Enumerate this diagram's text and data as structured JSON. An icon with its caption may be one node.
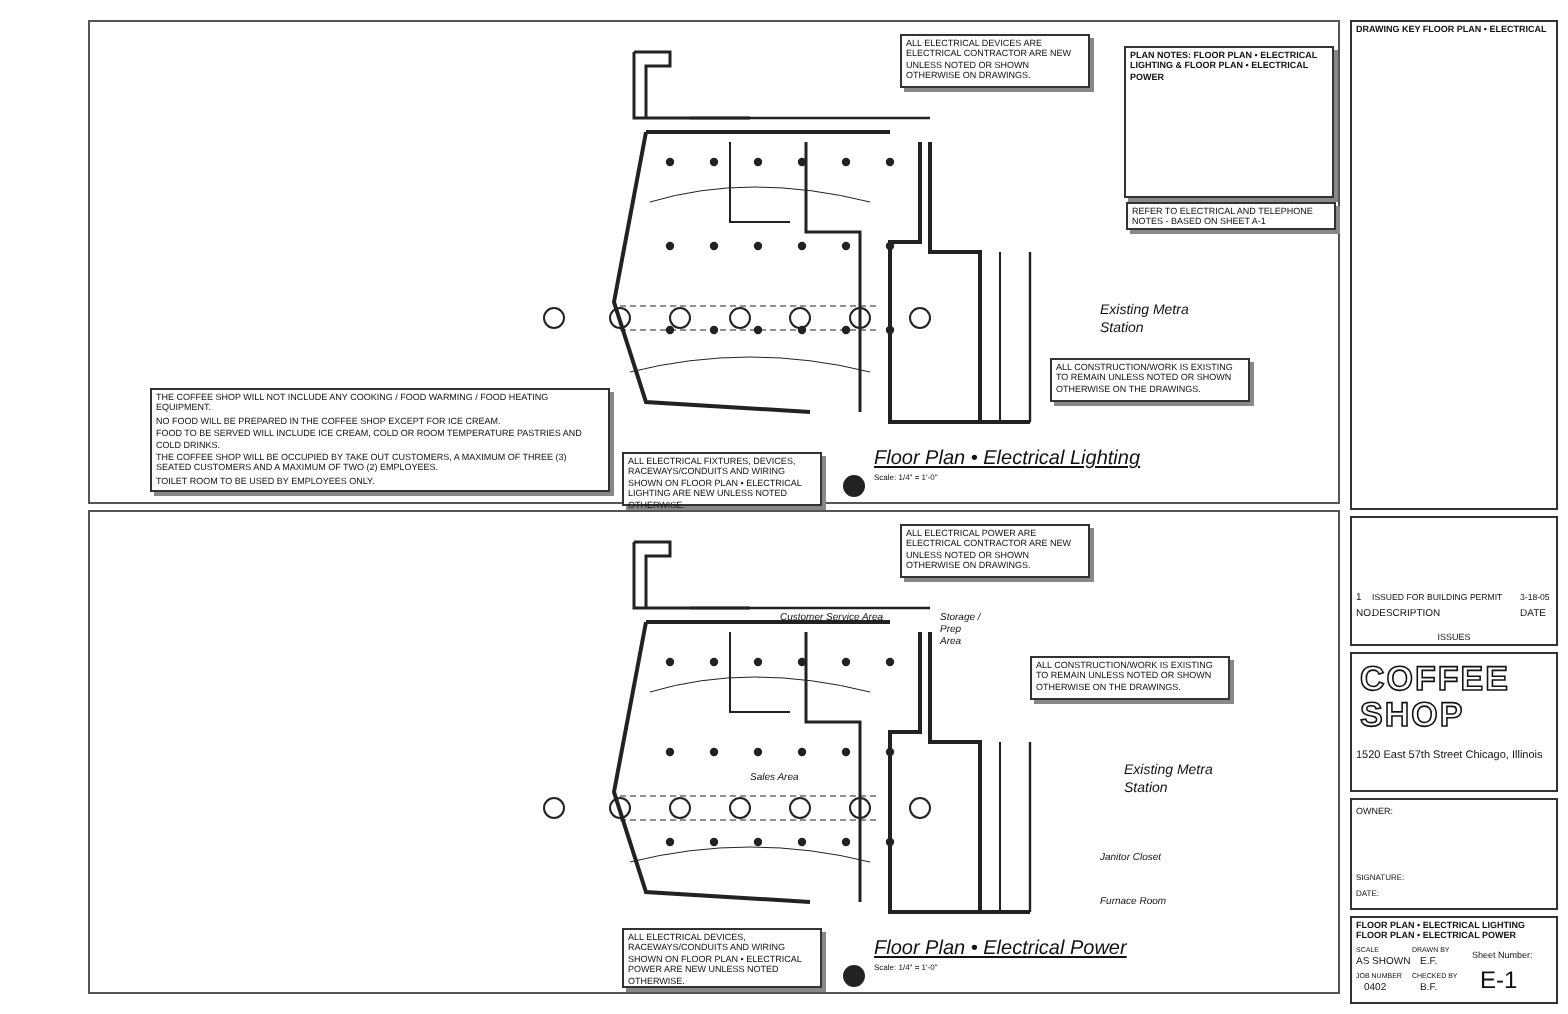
{
  "diagram": {
    "nodes": [
      {
        "text": [
          "Floor Plan • Electrical Lighting",
          "Scale: 1/4\" = 1'-0\""
        ]
      },
      {
        "text": [
          "THE COFFEE SHOP WILL NOT INCLUDE ANY COOKING / FOOD WARMING / FOOD HEATING EQUIPMENT.",
          "NO FOOD WILL BE PREPARED IN THE COFFEE SHOP EXCEPT FOR ICE CREAM.",
          "FOOD TO BE SERVED WILL INCLUDE ICE CREAM, COLD OR ROOM TEMPERATURE PASTRIES AND COLD DRINKS.",
          "THE COFFEE SHOP WILL BE OCCUPIED BY TAKE OUT CUSTOMERS, A MAXIMUM OF THREE (3) SEATED CUSTOMERS AND A MAXIMUM OF TWO (2) EMPLOYEES.",
          "TOILET ROOM TO BE USED BY EMPLOYEES ONLY."
        ],
        "in": 0
      },
      {
        "text": [
          "ALL ELECTRICAL FIXTURES, DEVICES, RACEWAYS/CONDUITS AND WIRING SHOWN ON FLOOR PLAN • ELECTRICAL LIGHTING ARE NEW UNLESS NOTED OTHERWISE."
        ],
        "in": 0
      },
      {
        "text": [
          "ALL ELECTRICAL DEVICES ARE ELECTRICAL CONTRACTOR ARE NEW UNLESS NOTED OR SHOWN OTHERWISE ON DRAWINGS."
        ],
        "in": 0
      },
      {
        "text": [
          "ALL CONSTRUCTION/WORK IS EXISTING TO REMAIN UNLESS NOTED OR SHOWN OTHERWISE ON THE DRAWINGS."
        ],
        "in": 0
      },
      {
        "text": [
          "PLAN NOTES: FLOOR PLAN • ELECTRICAL LIGHTING & FLOOR PLAN • ELECTRICAL POWER"
        ],
        "in": 0
      },
      {
        "text": [
          "REFER TO ELECTRICAL AND TELEPHONE NOTES - BASED ON SHEET A-1"
        ],
        "in": 0
      },
      {
        "text": [
          "Floor Plan • Electrical Power",
          "Scale: 1/4\" = 1'-0\""
        ]
      },
      {
        "text": [
          "ALL ELECTRICAL DEVICES, RACEWAYS/CONDUITS AND WIRING SHOWN ON FLOOR PLAN • ELECTRICAL POWER ARE NEW UNLESS NOTED OTHERWISE."
        ],
        "in": 7
      },
      {
        "text": [
          "ALL ELECTRICAL POWER ARE ELECTRICAL CONTRACTOR ARE NEW UNLESS NOTED OR SHOWN OTHERWISE ON DRAWINGS."
        ],
        "in": 7
      },
      {
        "text": [
          "ALL CONSTRUCTION/WORK IS EXISTING TO REMAIN UNLESS NOTED OR SHOWN OTHERWISE ON THE DRAWINGS."
        ],
        "in": 7
      },
      {
        "text": [
          "DRAWING KEY FLOOR PLAN • ELECTRICAL"
        ]
      },
      {
        "text": [
          "ISSUES"
        ]
      },
      {
        "text": [
          "COFFEE SHOP",
          "1520 East 57th Street Chicago, Illinois"
        ]
      },
      {
        "text": [
          "OWNER:",
          "SIGNATURE:",
          "DATE:"
        ]
      },
      {
        "text": [
          "FLOOR PLAN • ELECTRICAL LIGHTING FLOOR PLAN • ELECTRICAL POWER",
          "Sheet Number:",
          "E-1"
        ]
      }
    ],
    "labels": [
      "Existing Metra Station",
      "Customer Service Area",
      "Storage / Prep Area",
      "Sales Area",
      "Janitor Closet",
      "Furnace Room",
      "Existing Metra Station",
      "1",
      "ISSUED FOR BUILDING PERMIT",
      "3-18-05",
      "NO.",
      "DESCRIPTION",
      "DATE",
      "SCALE",
      "AS SHOWN",
      "DRAWN BY",
      "E.F.",
      "JOB NUMBER",
      "0402",
      "CHECKED BY",
      "B.F."
    ]
  }
}
